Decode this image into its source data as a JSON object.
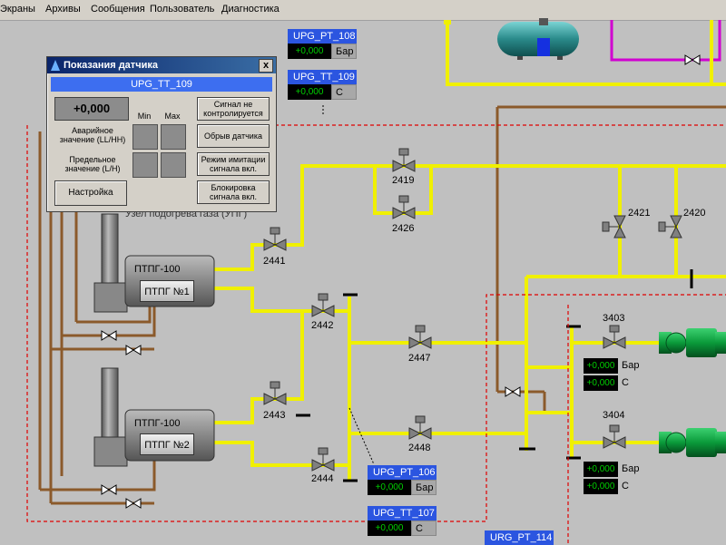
{
  "menu": [
    "Экраны",
    "Архивы",
    "Сообщения",
    "Пользователь",
    "Диагностика"
  ],
  "dialog": {
    "title": "Показания датчика",
    "tag": "UPG_TT_109",
    "value": "+0,000",
    "min_label": "Min",
    "max_label": "Max",
    "alarm_label": "Аварийное значение (LL/HH)",
    "limit_label": "Предельное значение (L/H)",
    "buttons": [
      "Сигнал не контролируется",
      "Обрыв датчика",
      "Режим имитации сигнала вкл.",
      "Блокировка сигнала вкл."
    ],
    "settings_button": "Настройка",
    "close": "x"
  },
  "area_label": "Узел подогрева газа (УПГ)",
  "heaters": [
    {
      "name": "ПТПГ-100",
      "button": "ПТПГ №1"
    },
    {
      "name": "ПТПГ-100",
      "button": "ПТПГ №2"
    }
  ],
  "valves": [
    "2441",
    "2442",
    "2443",
    "2444",
    "2447",
    "2448",
    "2419",
    "2426",
    "2421",
    "2420",
    "3403",
    "3404"
  ],
  "sensors": [
    {
      "tag": "UPG_PT_108",
      "value": "+0,000",
      "unit": "Бар"
    },
    {
      "tag": "UPG_TT_109",
      "value": "+0,000",
      "unit": "С"
    },
    {
      "tag": "UPG_PT_106",
      "value": "+0,000",
      "unit": "Бар"
    },
    {
      "tag": "UPG_TT_107",
      "value": "+0,000",
      "unit": "С"
    },
    {
      "tag": "URG_PT_114",
      "value": "",
      "unit": ""
    }
  ],
  "pump_sensors": [
    {
      "p_value": "+0,000",
      "p_unit": "Бар",
      "t_value": "+0,000",
      "t_unit": "С"
    },
    {
      "p_value": "+0,000",
      "p_unit": "Бар",
      "t_value": "+0,000",
      "t_unit": "С"
    }
  ],
  "colors": {
    "gas_pipe": "#f0f000",
    "brown_pipe": "#8b5a2b",
    "magenta_pipe": "#d000d0",
    "pump": "#0a9a3a"
  }
}
